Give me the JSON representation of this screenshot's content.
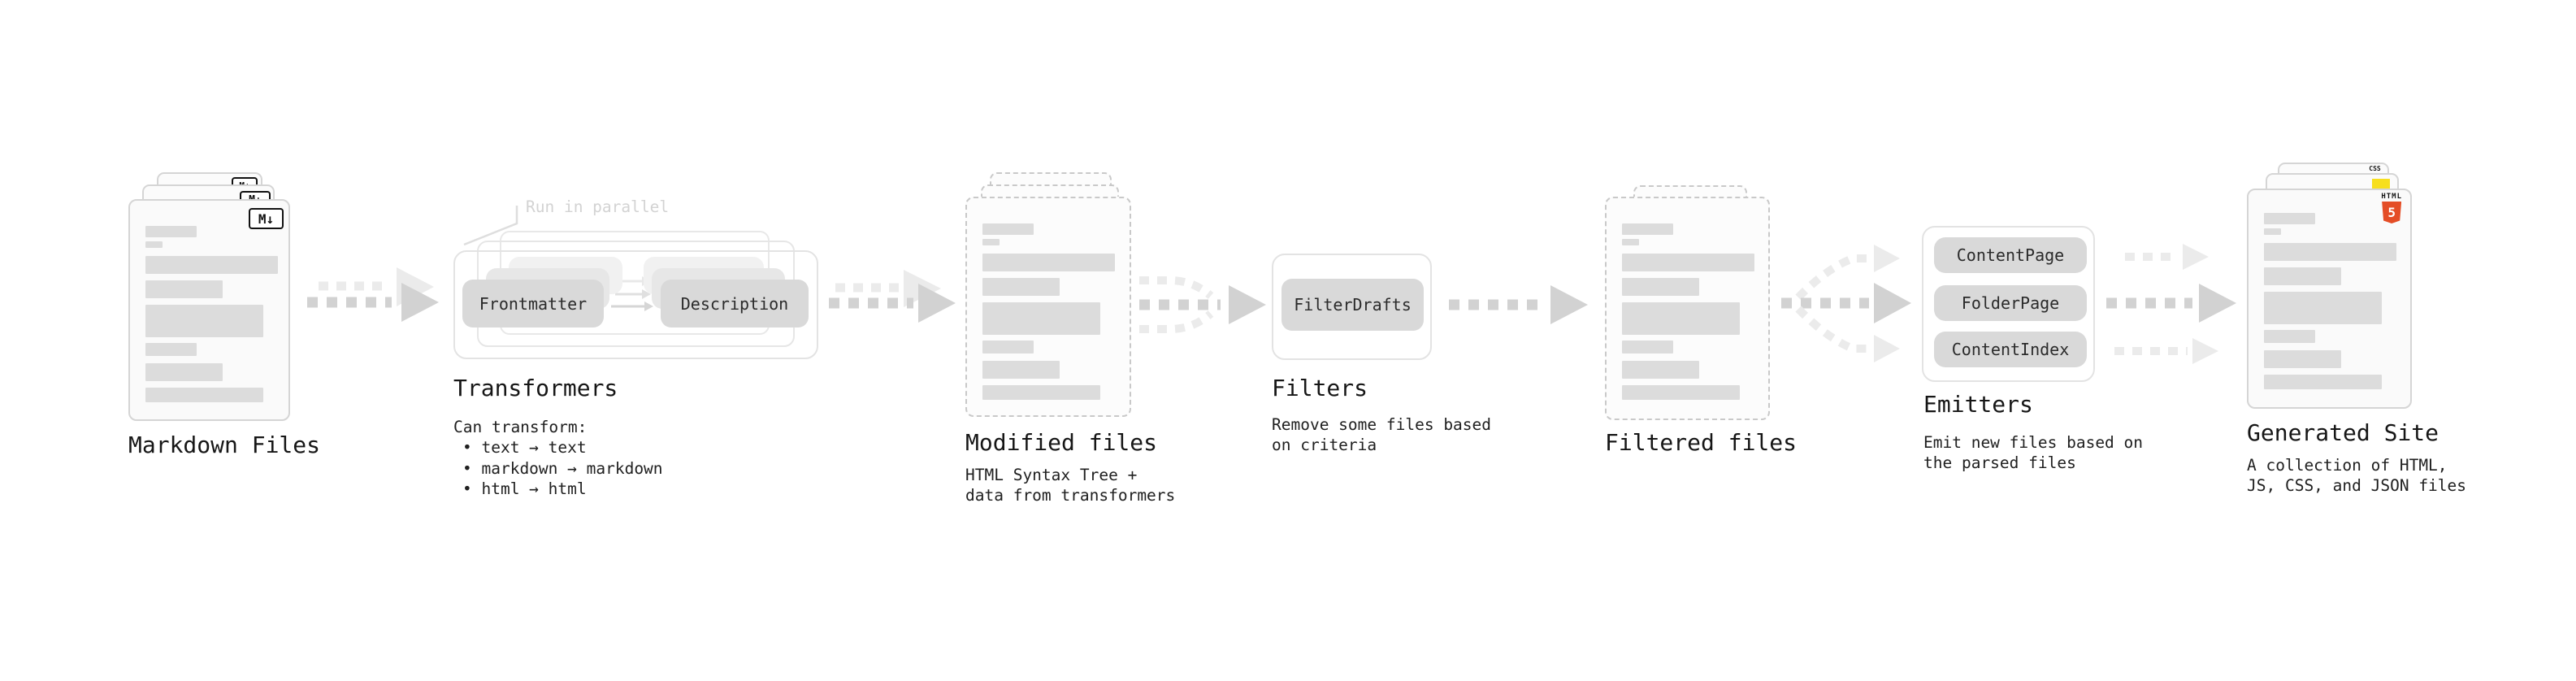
{
  "stages": {
    "markdown_files": {
      "title": "Markdown Files",
      "file_icon": "M↓",
      "stack_count": 3
    },
    "transformers": {
      "title": "Transformers",
      "annotation": "Run in parallel",
      "buttons": [
        "Frontmatter",
        "Description"
      ],
      "description_lines": [
        "Can transform:",
        "• text → text",
        "• markdown → markdown",
        "• html → html"
      ]
    },
    "modified_files": {
      "title": "Modified files",
      "description_lines": [
        "HTML Syntax Tree +",
        "data from transformers"
      ],
      "stack_count": 3
    },
    "filters": {
      "title": "Filters",
      "buttons": [
        "FilterDrafts"
      ],
      "description_lines": [
        "Remove some files based",
        "on criteria"
      ]
    },
    "filtered_files": {
      "title": "Filtered files",
      "stack_count": 2
    },
    "emitters": {
      "title": "Emitters",
      "buttons": [
        "ContentPage",
        "FolderPage",
        "ContentIndex"
      ],
      "description_lines": [
        "Emit new files based on",
        "the parsed files"
      ]
    },
    "generated_site": {
      "title": "Generated Site",
      "description_lines": [
        "A collection of HTML,",
        "JS, CSS, and JSON files"
      ],
      "badges": {
        "css_label": "CSS",
        "html_label": "HTML",
        "html_number": "5"
      },
      "stack_count": 3
    }
  },
  "colors": {
    "html5_orange": "#e44d26",
    "js_yellow": "#f7df1e",
    "css_blue": "#2965f1",
    "arrow_gray": "#d2d2d2",
    "arrow_light": "#ebebeb",
    "pill_gray": "#d9d9d9"
  }
}
